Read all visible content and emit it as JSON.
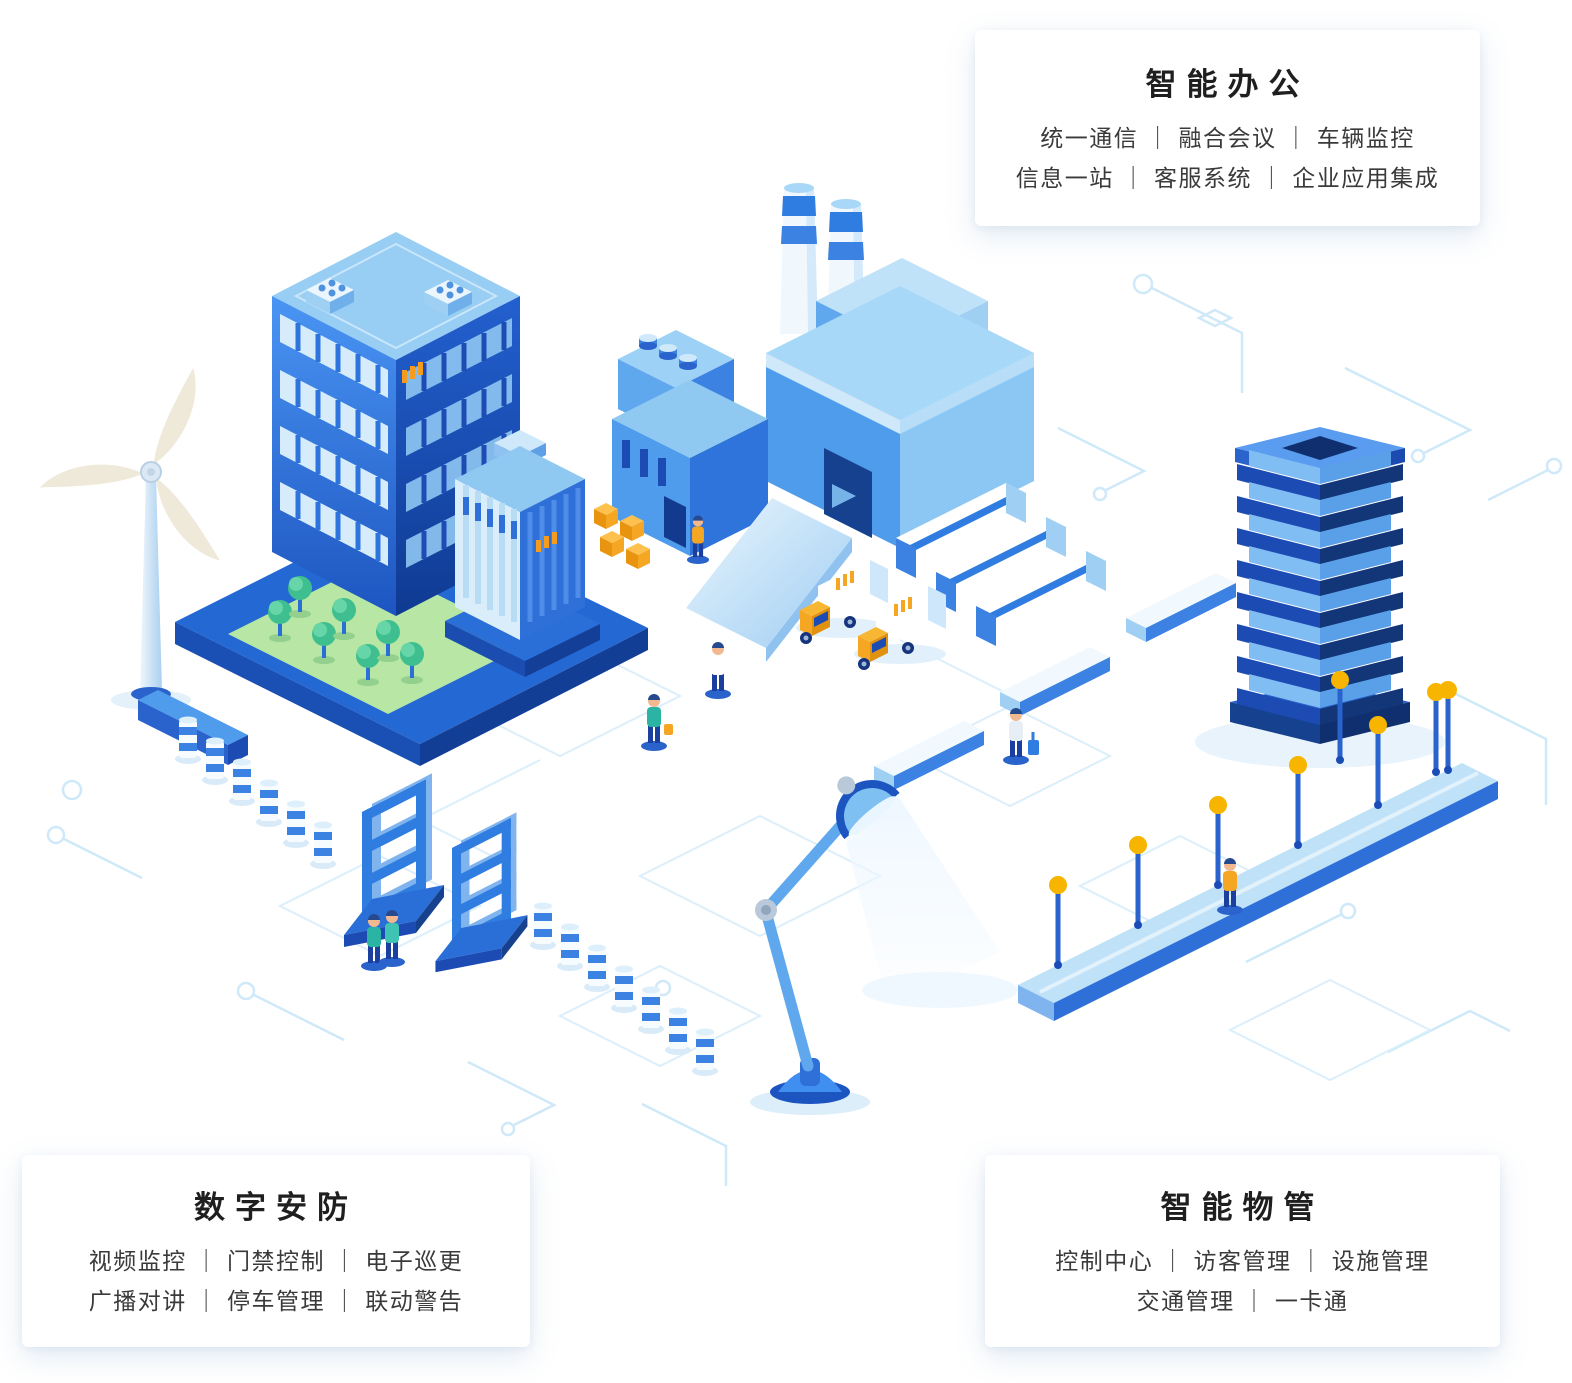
{
  "cards": {
    "smart_office": {
      "title": "智能办公",
      "line1": "统一通信 ｜ 融合会议 ｜ 车辆监控",
      "line2": "信息一站 ｜ 客服系统 ｜ 企业应用集成"
    },
    "digital_security": {
      "title": "数字安防",
      "line1": "视频监控 ｜ 门禁控制 ｜ 电子巡更",
      "line2": "广播对讲 ｜ 停车管理 ｜ 联动警告"
    },
    "smart_property": {
      "title": "智能物管",
      "line1": "控制中心 ｜ 访客管理 ｜ 设施管理",
      "line2": "交通管理 ｜ 一卡通"
    }
  },
  "colors": {
    "primary_blue": "#2f7de1",
    "deep_blue": "#16418f",
    "light_blue": "#bfe2f8",
    "circuit_blue": "#cfe9f9",
    "accent_orange": "#f5a623",
    "lamp_yellow": "#f7b500",
    "lawn_green": "#b7e6a5",
    "tree_green": "#3fbf8f",
    "card_background": "#ffffff"
  }
}
